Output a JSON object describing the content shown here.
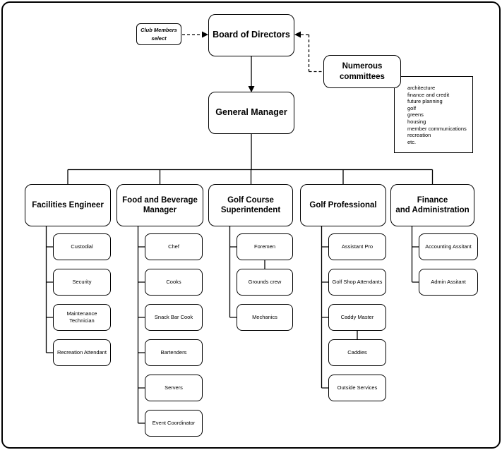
{
  "colors": {
    "stroke": "#000000",
    "background": "#ffffff"
  },
  "top": {
    "club_members": {
      "lines": [
        "Club Members",
        "select"
      ]
    },
    "board": {
      "label": "Board of Directors"
    },
    "committees": {
      "lines": [
        "Numerous",
        "committees"
      ],
      "list": [
        "architecture",
        "finance and credit",
        "future planning",
        "golf",
        "greens",
        "housing",
        "member communications",
        "recreation",
        "etc."
      ]
    },
    "general_manager": {
      "label": "General Manager"
    }
  },
  "departments": [
    {
      "lines": [
        "Facilities Engineer",
        ""
      ],
      "children": [
        "Custodial",
        "Security",
        "Maintenance Technician",
        "Recreation Attendant"
      ]
    },
    {
      "lines": [
        "Food and Beverage",
        "Manager"
      ],
      "children": [
        "Chef",
        "Cooks",
        "Snack Bar Cook",
        "Bartenders",
        "Servers",
        "Event Coordinator"
      ]
    },
    {
      "lines": [
        "Golf Course",
        "Superintendent"
      ],
      "children": [
        "Foremen",
        "Grounds crew",
        "Mechanics"
      ]
    },
    {
      "lines": [
        "Golf Professional",
        ""
      ],
      "children": [
        "Assistant Pro",
        "Golf Shop Attendants",
        "Caddy Master",
        "Caddies",
        "Outside Services"
      ]
    },
    {
      "lines": [
        "Finance",
        "and Administration"
      ],
      "children": [
        "Accounting Assitant",
        "Admin Assitant"
      ]
    }
  ]
}
